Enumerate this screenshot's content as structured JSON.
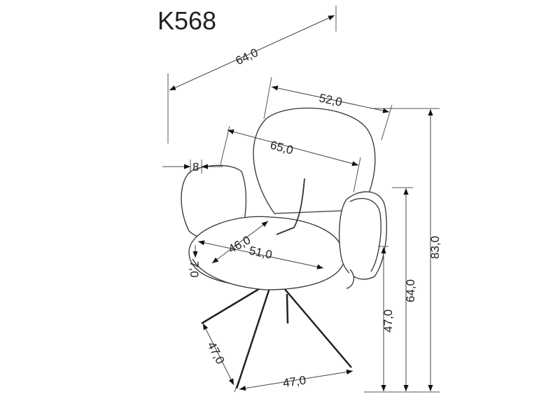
{
  "title": "K568",
  "dimensions": {
    "overall_width": "64,0",
    "back_width": "52,0",
    "inner_width": "65,0",
    "arm_width": "8",
    "seat_depth": "46,0",
    "seat_width": "51,0",
    "seat_thickness": "7,0",
    "base_depth": "47,0",
    "base_width": "47,0",
    "seat_height": "47,0",
    "arm_height": "64,0",
    "total_height": "83,0"
  }
}
